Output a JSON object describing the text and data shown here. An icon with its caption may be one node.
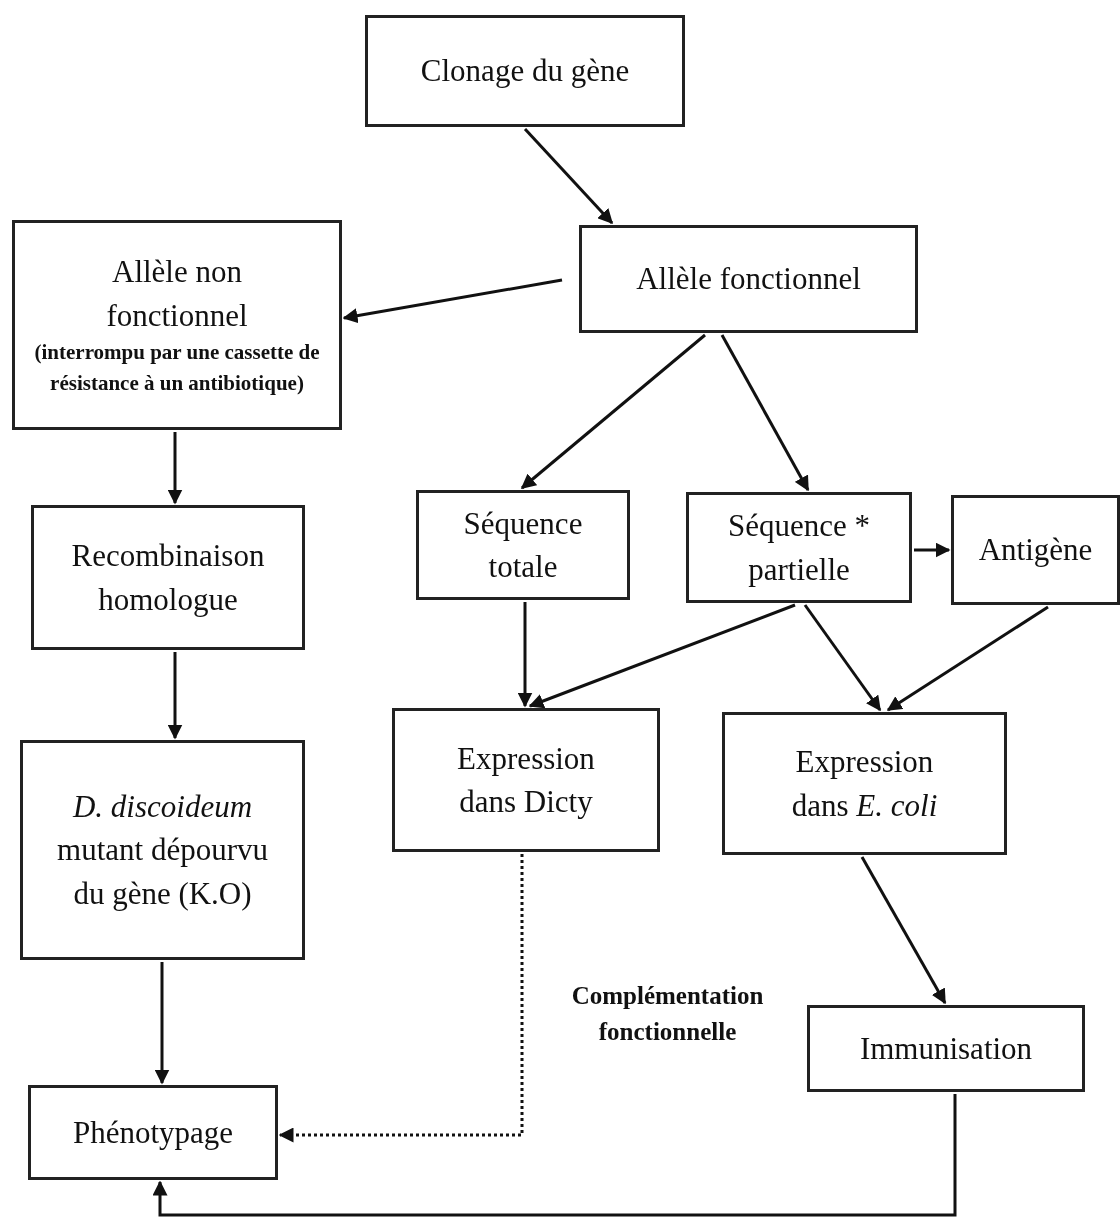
{
  "diagram": {
    "nodes": [
      {
        "text": [
          "Clonage du gène"
        ]
      },
      {
        "text": [
          "Allèle fonctionnel"
        ]
      },
      {
        "text": [
          "Allèle non fonctionnel",
          "(interrompu par une cassette de résistance à un antibiotique)"
        ]
      },
      {
        "text": [
          "Recombinaison homologue"
        ]
      },
      {
        "text": [
          "*D. discoideum* mutant dépourvu du gène (K.O)"
        ]
      },
      {
        "text": [
          "Phénotypage"
        ]
      },
      {
        "text": [
          "Séquence totale"
        ]
      },
      {
        "text": [
          "Séquence * partielle"
        ]
      },
      {
        "text": [
          "Antigène"
        ]
      },
      {
        "text": [
          "Expression dans Dicty"
        ]
      },
      {
        "text": [
          "Expression dans *E. coli*"
        ]
      },
      {
        "text": [
          "Immunisation"
        ]
      }
    ],
    "edges": [
      {
        "from": 0,
        "to": 1,
        "arrow": "to"
      },
      {
        "from": 1,
        "to": 2,
        "arrow": "to"
      },
      {
        "from": 1,
        "to": 6,
        "arrow": "to"
      },
      {
        "from": 1,
        "to": 7,
        "arrow": "to"
      },
      {
        "from": 7,
        "to": 8,
        "arrow": "to"
      },
      {
        "from": 2,
        "to": 3,
        "arrow": "to"
      },
      {
        "from": 3,
        "to": 4,
        "arrow": "to"
      },
      {
        "from": 4,
        "to": 5,
        "arrow": "to"
      },
      {
        "from": 6,
        "to": 9,
        "arrow": "to"
      },
      {
        "from": 7,
        "to": 9,
        "arrow": "to"
      },
      {
        "from": 7,
        "to": 10,
        "arrow": "to"
      },
      {
        "from": 8,
        "to": 10,
        "arrow": "to"
      },
      {
        "from": 9,
        "to": 5,
        "arrow": "to",
        "style": "dashed",
        "label": "Complémentation fonctionnelle"
      },
      {
        "from": 10,
        "to": 11,
        "arrow": "to"
      },
      {
        "from": 11,
        "to": 5,
        "arrow": "to"
      }
    ]
  }
}
